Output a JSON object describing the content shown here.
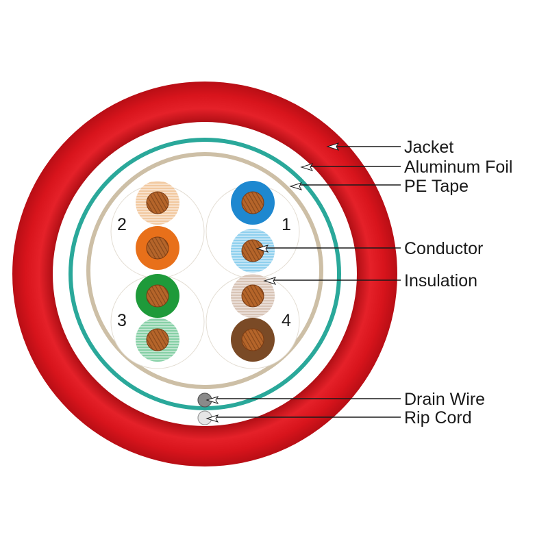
{
  "labels": {
    "jacket": "Jacket",
    "aluminum_foil": "Aluminum Foil",
    "pe_tape": "PE Tape",
    "conductor": "Conductor",
    "insulation": "Insulation",
    "drain_wire": "Drain Wire",
    "rip_cord": "Rip Cord"
  },
  "pairs": [
    {
      "number": "1",
      "wires": [
        {
          "color": "#1e88d0",
          "striped": false
        },
        {
          "color": "#8fd0ee",
          "striped": true
        }
      ]
    },
    {
      "number": "2",
      "wires": [
        {
          "color": "#f2c9a0",
          "striped": true
        },
        {
          "color": "#e8701a",
          "striped": false
        }
      ]
    },
    {
      "number": "3",
      "wires": [
        {
          "color": "#1e9a3a",
          "striped": false
        },
        {
          "color": "#86d0a6",
          "striped": true
        }
      ]
    },
    {
      "number": "4",
      "wires": [
        {
          "color": "#d8c4b6",
          "striped": true
        },
        {
          "color": "#7a4a26",
          "striped": false
        }
      ]
    }
  ],
  "colors": {
    "jacket": "#d8141c",
    "foil": "#2aa89a",
    "pe_tape": "#cdbfa6",
    "conductor": "#b5652a",
    "drain_wire": "#8a8a8a",
    "rip_cord": "#e6e6e6"
  }
}
